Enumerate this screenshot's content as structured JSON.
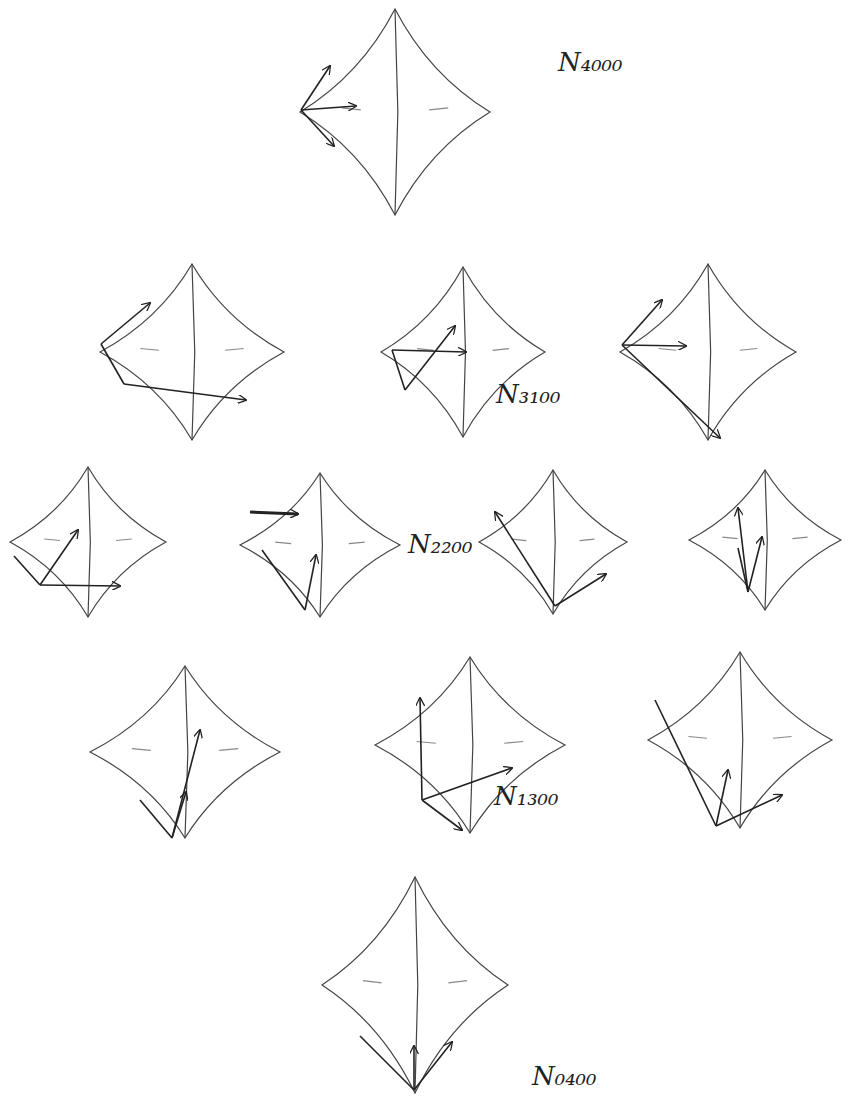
{
  "diagram": {
    "labels": [
      "N₄₀₀₀",
      "N₃₁₀₀",
      "N₂₂₀₀",
      "N₁₃₀₀",
      "N₀₄₀₀"
    ]
  }
}
